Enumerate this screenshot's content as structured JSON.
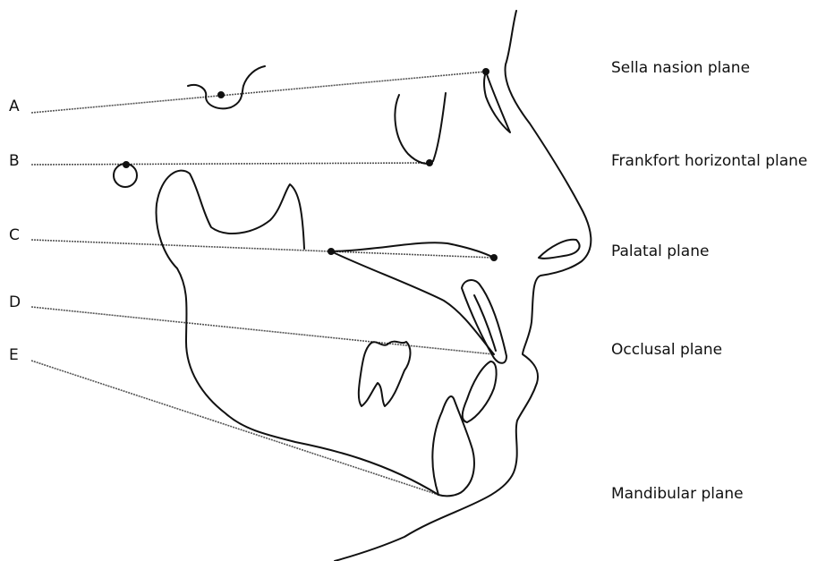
{
  "letters": [
    "A",
    "B",
    "C",
    "D",
    "E"
  ],
  "planes": [
    "Sella nasion plane",
    "Frankfort horizontal plane",
    "Palatal plane",
    "Occlusal plane",
    "Mandibular plane"
  ],
  "colors": {
    "ink": "#111111",
    "plane_line": "#555555",
    "background": "#ffffff"
  }
}
